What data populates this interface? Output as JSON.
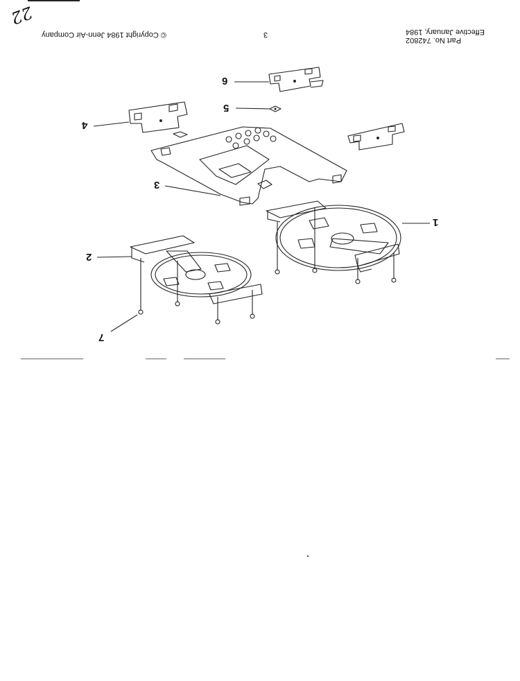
{
  "header": {
    "copyright": "© Copyright 1984 Jenn-Air Company",
    "page_number": "3",
    "part_number": "Part No. 742802",
    "effective_date": "Effective January, 1984",
    "handwritten_mark": "22"
  },
  "callouts": {
    "c1": "1",
    "c2": "2",
    "c3": "3",
    "c4": "4",
    "c5": "5",
    "c6": "6",
    "c7": "7"
  }
}
